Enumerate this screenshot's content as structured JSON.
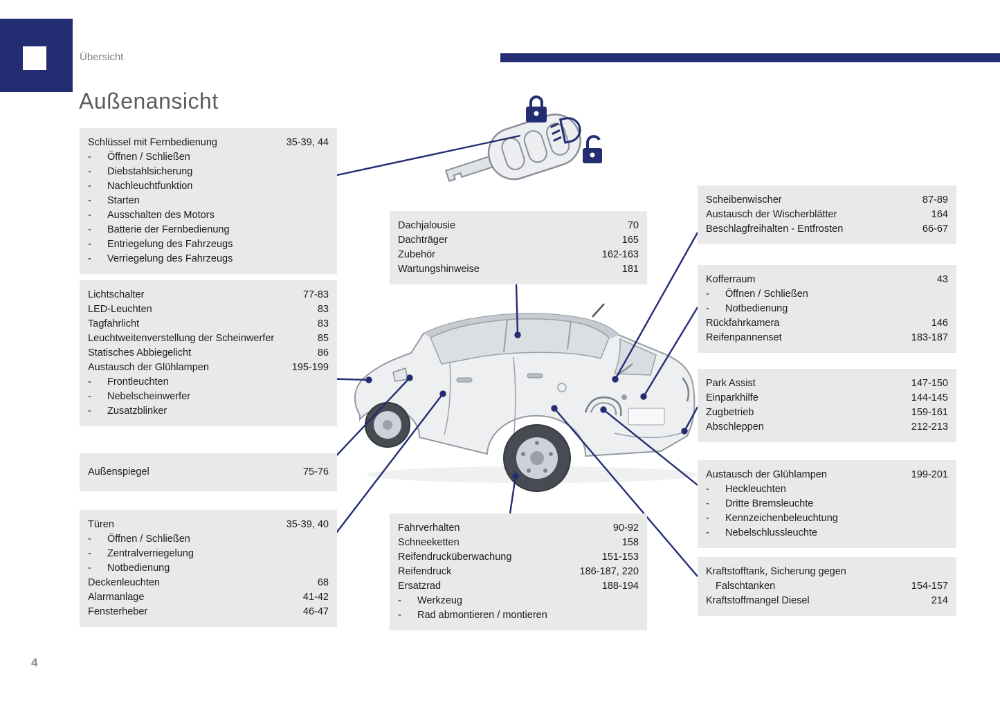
{
  "page": {
    "header": "Übersicht",
    "title": "Außenansicht",
    "page_number": "4"
  },
  "colors": {
    "accent_navy": "#232d72",
    "box_background": "#e9e9e9",
    "title_gray": "#5c5c5c"
  },
  "icons": {
    "key_area": [
      "lock-closed-icon",
      "low-beam-icon",
      "lock-open-icon"
    ],
    "illustrations": [
      "car-rear-three-quarter",
      "remote-key-fob"
    ]
  },
  "boxes": {
    "schluessel": {
      "items": [
        {
          "label": "Schlüssel mit Fernbedienung",
          "pages": "35-39, 44"
        },
        {
          "label": "Öffnen / Schließen",
          "indent": true
        },
        {
          "label": "Diebstahlsicherung",
          "indent": true
        },
        {
          "label": "Nachleuchtfunktion",
          "indent": true
        },
        {
          "label": "Starten",
          "indent": true
        },
        {
          "label": "Ausschalten des Motors",
          "indent": true
        },
        {
          "label": "Batterie der Fernbedienung",
          "indent": true
        },
        {
          "label": "Entriegelung des Fahrzeugs",
          "indent": true
        },
        {
          "label": "Verriegelung des Fahrzeugs",
          "indent": true
        }
      ]
    },
    "licht": {
      "items": [
        {
          "label": "Lichtschalter",
          "pages": "77-83"
        },
        {
          "label": "LED-Leuchten",
          "pages": "83"
        },
        {
          "label": "Tagfahrlicht",
          "pages": "83"
        },
        {
          "label": "Leuchtweitenverstellung der Scheinwerfer",
          "pages": "85"
        },
        {
          "label": "Statisches Abbiegelicht",
          "pages": "86"
        },
        {
          "label": "Austausch der Glühlampen",
          "pages": "195-199"
        },
        {
          "label": "Frontleuchten",
          "indent": true
        },
        {
          "label": "Nebelscheinwerfer",
          "indent": true
        },
        {
          "label": "Zusatzblinker",
          "indent": true
        }
      ]
    },
    "spiegel": {
      "items": [
        {
          "label": "Außenspiegel",
          "pages": "75-76"
        }
      ]
    },
    "tueren": {
      "items": [
        {
          "label": "Türen",
          "pages": "35-39, 40"
        },
        {
          "label": "Öffnen / Schließen",
          "indent": true
        },
        {
          "label": "Zentralverriegelung",
          "indent": true
        },
        {
          "label": "Notbedienung",
          "indent": true
        },
        {
          "label": "Deckenleuchten",
          "pages": "68"
        },
        {
          "label": "Alarmanlage",
          "pages": "41-42"
        },
        {
          "label": "Fensterheber",
          "pages": "46-47"
        }
      ]
    },
    "dach": {
      "items": [
        {
          "label": "Dachjalousie",
          "pages": "70"
        },
        {
          "label": "Dachträger",
          "pages": "165"
        },
        {
          "label": "Zubehör",
          "pages": "162-163"
        },
        {
          "label": "Wartungshinweise",
          "pages": "181"
        }
      ]
    },
    "fahrverhalten": {
      "items": [
        {
          "label": "Fahrverhalten",
          "pages": "90-92"
        },
        {
          "label": "Schneeketten",
          "pages": "158"
        },
        {
          "label": "Reifendrucküberwachung",
          "pages": "151-153"
        },
        {
          "label": "Reifendruck",
          "pages": "186-187, 220"
        },
        {
          "label": "Ersatzrad",
          "pages": "188-194"
        },
        {
          "label": "Werkzeug",
          "indent": true
        },
        {
          "label": "Rad abmontieren / montieren",
          "indent": true
        }
      ]
    },
    "wischer": {
      "items": [
        {
          "label": "Scheibenwischer",
          "pages": "87-89"
        },
        {
          "label": "Austausch der Wischerblätter",
          "pages": "164"
        },
        {
          "label": "Beschlagfreihalten - Entfrosten",
          "pages": "66-67"
        }
      ]
    },
    "kofferraum": {
      "items": [
        {
          "label": "Kofferraum",
          "pages": "43"
        },
        {
          "label": "Öffnen / Schließen",
          "indent": true
        },
        {
          "label": "Notbedienung",
          "indent": true
        },
        {
          "label": "Rückfahrkamera",
          "pages": "146"
        },
        {
          "label": "Reifenpannenset",
          "pages": "183-187"
        }
      ]
    },
    "park": {
      "items": [
        {
          "label": "Park Assist",
          "pages": "147-150"
        },
        {
          "label": "Einparkhilfe",
          "pages": "144-145"
        },
        {
          "label": "Zugbetrieb",
          "pages": "159-161"
        },
        {
          "label": "Abschleppen",
          "pages": "212-213"
        }
      ]
    },
    "lampen": {
      "items": [
        {
          "label": "Austausch der Glühlampen",
          "pages": "199-201"
        },
        {
          "label": "Heckleuchten",
          "indent": true
        },
        {
          "label": "Dritte Bremsleuchte",
          "indent": true
        },
        {
          "label": "Kennzeichenbeleuchtung",
          "indent": true
        },
        {
          "label": "Nebelschlussleuchte",
          "indent": true
        }
      ]
    },
    "tank": {
      "items": [
        {
          "label": "Kraftstofftank, Sicherung gegen"
        },
        {
          "label": "Falschtanken",
          "pages": "154-157",
          "cont": true
        },
        {
          "label": "Kraftstoffmangel Diesel",
          "pages": "214"
        }
      ]
    }
  }
}
